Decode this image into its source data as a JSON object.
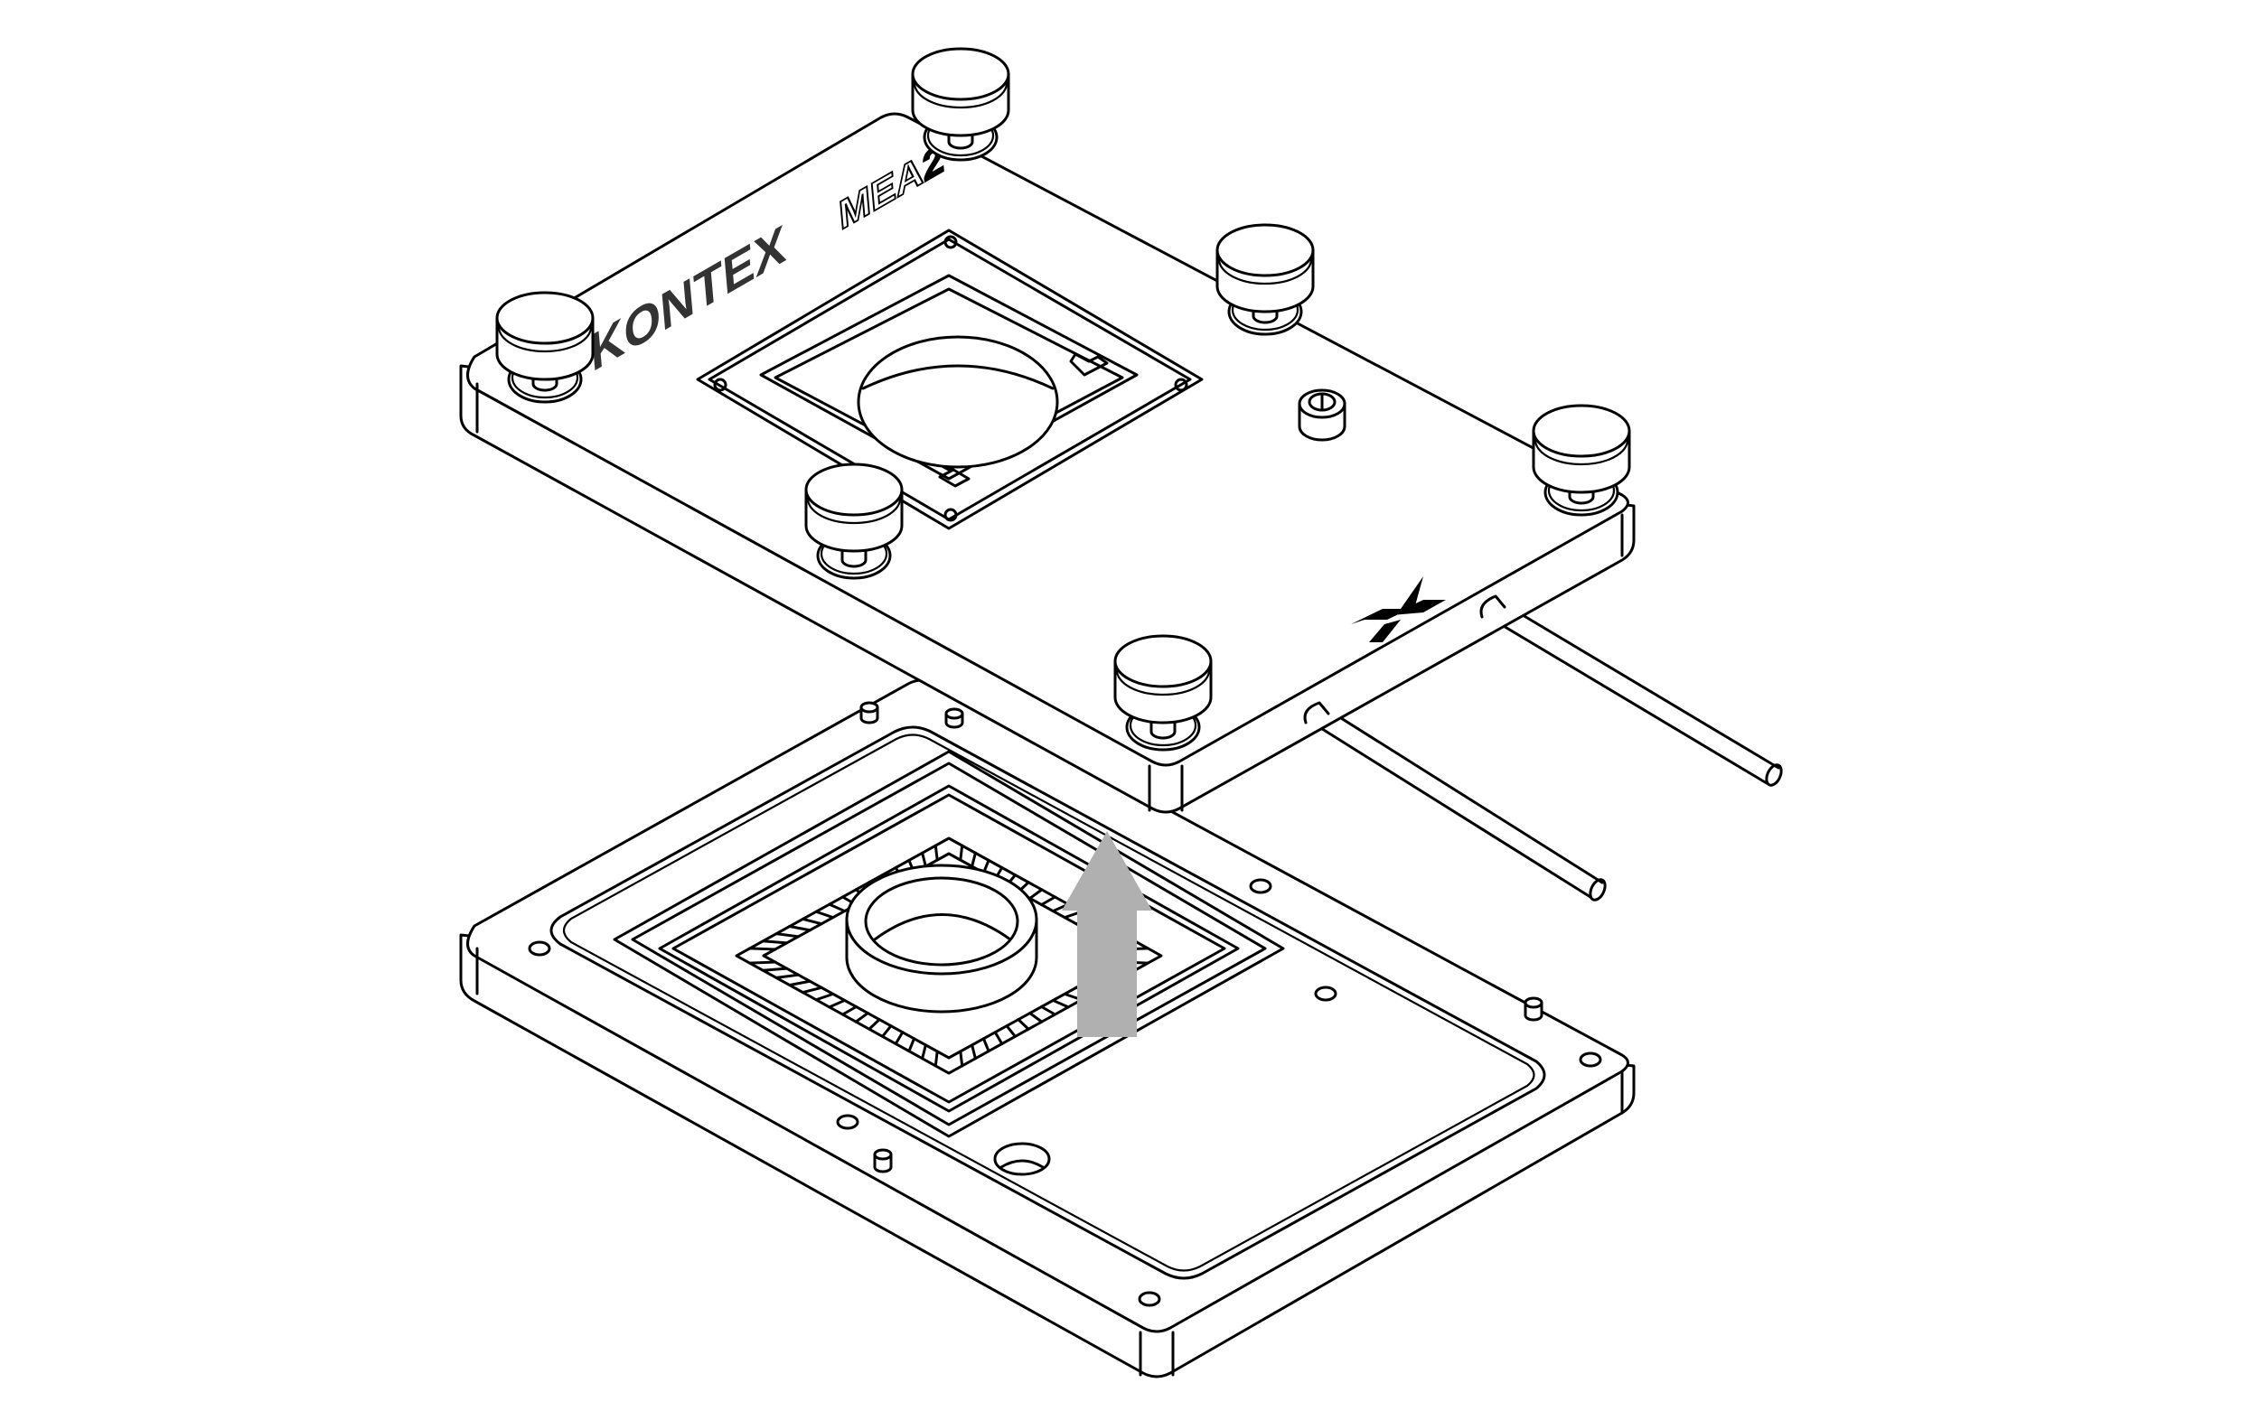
{
  "figure": {
    "type": "isometric exploded technical line drawing",
    "background_color": "#ffffff",
    "line_color": "#000000"
  },
  "top_plate": {
    "brand_label": "KONTEX",
    "model_label": "MEA",
    "model_suffix": "2",
    "logo_name": "kx-logo",
    "knob_count": 6,
    "rod_count": 2
  },
  "bottom_plate": {
    "electrode_ring": "cylindrical ring",
    "electrode_grid": "contact pad grid"
  },
  "arrow": {
    "direction": "up",
    "color": "#b0b0b0"
  }
}
